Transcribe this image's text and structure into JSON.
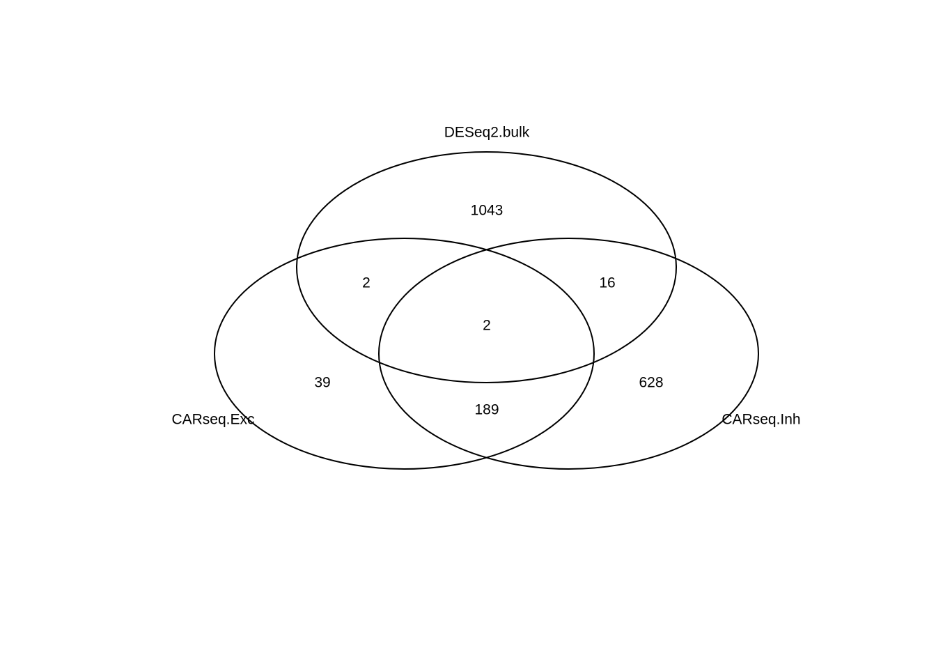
{
  "sets": [
    {
      "id": "A",
      "label": "DESeq2.bulk"
    },
    {
      "id": "B",
      "label": "CARseq.Exc"
    },
    {
      "id": "C",
      "label": "CARseq.Inh"
    }
  ],
  "regions": {
    "A_only": "1043",
    "AB": "2",
    "AC": "16",
    "ABC": "2",
    "B_only": "39",
    "BC": "189",
    "C_only": "628"
  },
  "colors": {
    "stroke": "#000000",
    "text": "#000000",
    "background": "#ffffff"
  }
}
